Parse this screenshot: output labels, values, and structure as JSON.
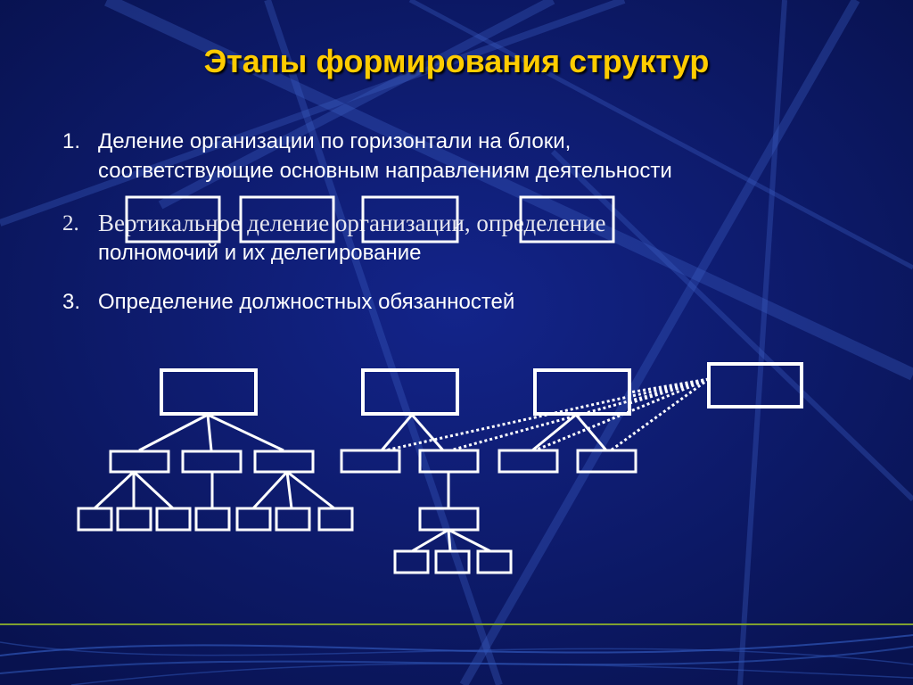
{
  "slide": {
    "title": "Этапы формирования структур",
    "items": [
      {
        "number": "1.",
        "line1": "Деление организации по горизонтали на блоки,",
        "line2": "соответствующие основным направлениям деятельности"
      },
      {
        "number": "2.",
        "line1": "Вертикальное деление организации, определение",
        "line2": "полномочий и их делегирование"
      },
      {
        "number": "3.",
        "line1": "Определение должностных обязанностей"
      }
    ]
  },
  "colors": {
    "background": "#0c1a6e",
    "title": "#ffcc00",
    "text": "#ffffff",
    "diagram": "#ffffff",
    "accent_line": "#7fa030"
  }
}
